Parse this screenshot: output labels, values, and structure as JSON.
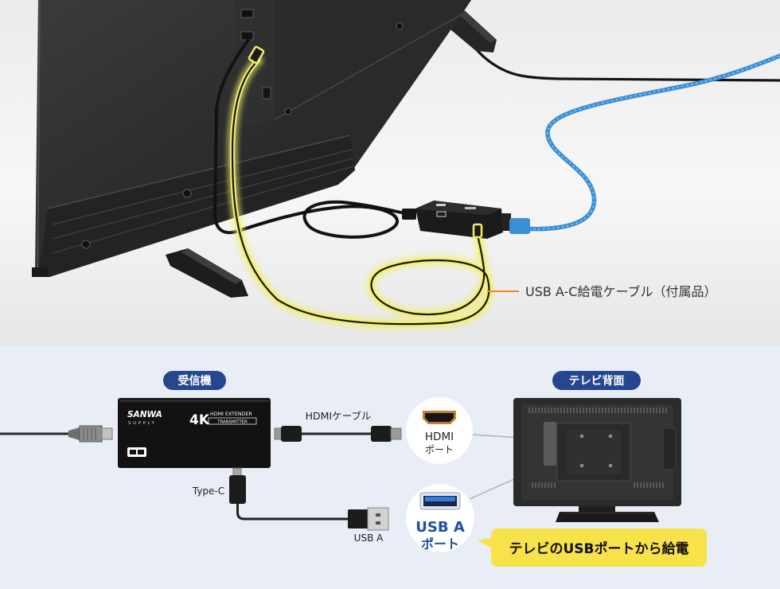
{
  "colors": {
    "diagram_background": "#e8edf6",
    "tag_background": "#24478e",
    "port_text": "#1f4e9f",
    "callout_yellow": "#f7e24a",
    "highlight_glow": "#f2ee6c",
    "callout_line": "#ef8a1e",
    "lan_cable": "#3a8ed5"
  },
  "photo": {
    "callout_label": "USB A-C給電ケーブル（付属品）"
  },
  "diagram": {
    "receiver": {
      "tag": "受信機",
      "brand_top": "SANWA",
      "brand_bottom": "SUPPLY",
      "resolution": "4K",
      "product_name": "HDMI EXTENDER",
      "unit_type": "TRANSMITTER"
    },
    "tv": {
      "tag": "テレビ背面"
    },
    "cables": {
      "hdmi": "HDMIケーブル",
      "type_c": "Type-C",
      "usb_a": "USB A"
    },
    "ports": {
      "hdmi": {
        "line1": "HDMI",
        "line2": "ポート",
        "icon": "hdmi-port-icon"
      },
      "usb": {
        "line1": "USB A",
        "line2": "ポート",
        "icon": "usb-a-port-icon"
      }
    },
    "callout": "テレビのUSBポートから給電"
  }
}
